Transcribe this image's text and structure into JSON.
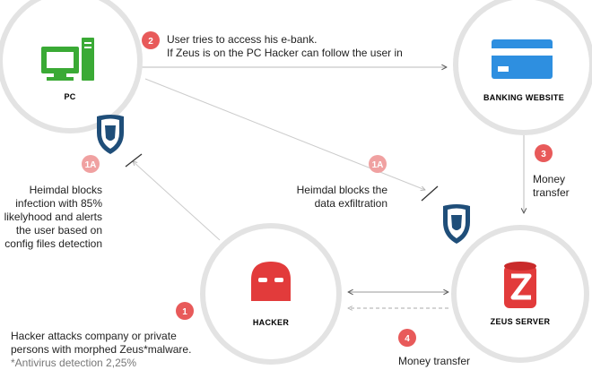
{
  "nodes": {
    "pc": "PC",
    "bank": "BANKING WEBSITE",
    "hacker": "HACKER",
    "zeus": "ZEUS SERVER"
  },
  "badges": {
    "step1": "1",
    "step1a_left": "1A",
    "step1a_right": "1A",
    "step2": "2",
    "step3": "3",
    "step4": "4"
  },
  "texts": {
    "step2_line1": "User tries to access his e-bank.",
    "step2_line2": "If Zeus is on the PC Hacker can follow the user in",
    "block_left_lines": [
      "Heimdal blocks",
      "infection with 85%",
      "likelyhood and alerts",
      "the user based on",
      "config files detection"
    ],
    "block_right_lines": [
      "Heimdal blocks the",
      "data exfiltration"
    ],
    "step3_lines": [
      "Money",
      "transfer"
    ],
    "step4": "Money transfer",
    "step1_lines": [
      "Hacker attacks company or private",
      "persons with morphed Zeus*malware."
    ],
    "footnote": "*Antivirus detection 2,25%"
  },
  "colors": {
    "circle": "#e3e3e3",
    "green": "#3aaa35",
    "blue": "#2e8fe0",
    "red": "#e23b3b",
    "badge": "#e85a5a",
    "badge_light": "#f0a1a1",
    "shield": "#1f4e79",
    "line": "#bbbbbb"
  },
  "icons": {
    "pc": "desktop-computer-icon",
    "bank": "credit-card-icon",
    "hacker": "balaclava-icon",
    "zeus": "database-z-icon",
    "shield": "heimdal-shield-icon"
  }
}
